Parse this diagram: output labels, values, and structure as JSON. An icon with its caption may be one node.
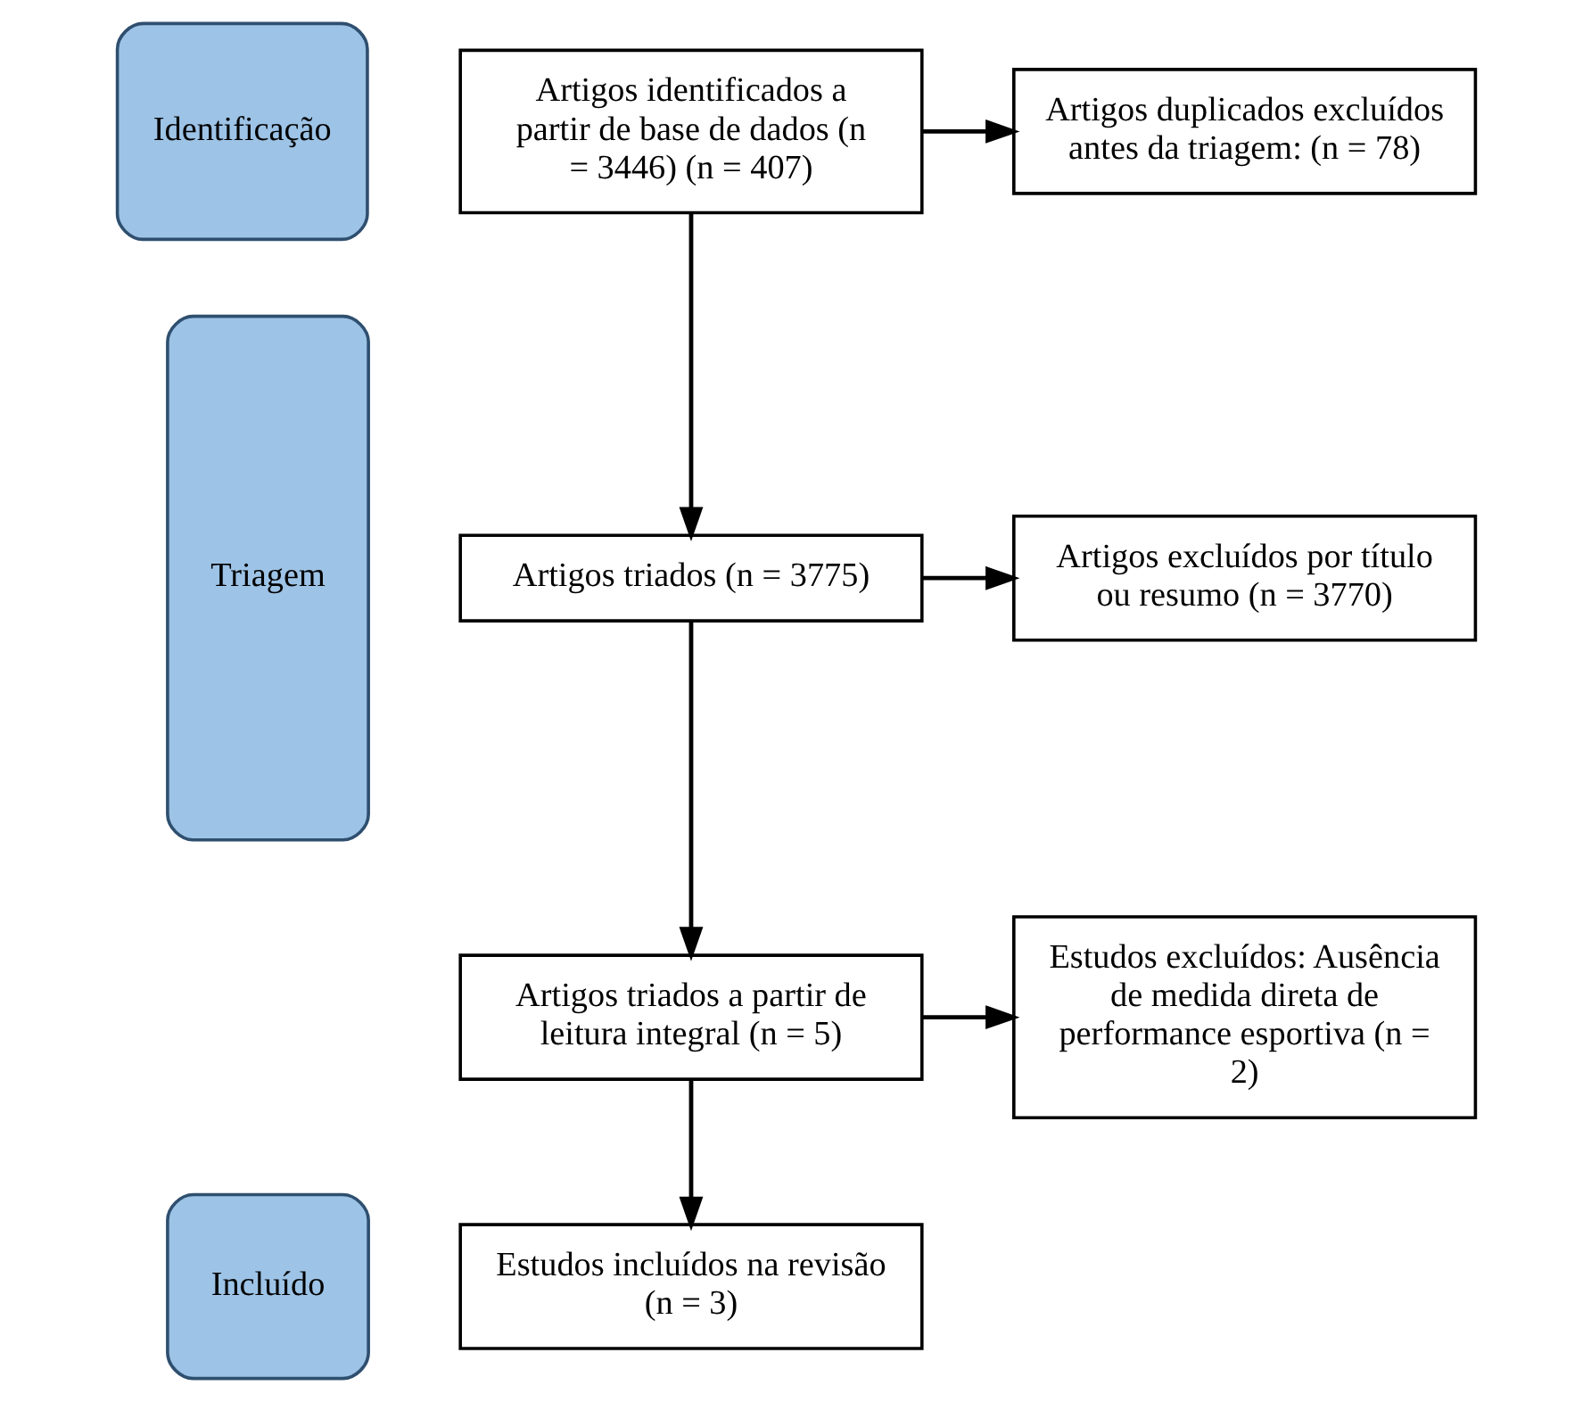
{
  "diagram": {
    "nodes": [
      {
        "text": [
          "Identificação"
        ]
      },
      {
        "text": [
          "Artigos identificados a partir de base de dados (n = 3446) (n = 407)"
        ]
      },
      {
        "text": [
          "Artigos duplicados excluídos antes da triagem: (n = 78)"
        ]
      },
      {
        "text": [
          "Triagem"
        ]
      },
      {
        "text": [
          "Artigos triados (n = 3775)"
        ]
      },
      {
        "text": [
          "Artigos excluídos por título ou resumo (n = 3770)"
        ]
      },
      {
        "text": [
          "Artigos triados a partir de leitura integral (n = 5)"
        ]
      },
      {
        "text": [
          "Estudos excluídos: Ausência de medida direta de performance esportiva (n = 2)"
        ]
      },
      {
        "text": [
          "Incluído"
        ]
      },
      {
        "text": [
          "Estudos incluídos na revisão (n = 3)"
        ]
      }
    ],
    "edges": [
      {
        "from": 1,
        "to": 2,
        "arrow": "to"
      },
      {
        "from": 1,
        "to": 4,
        "arrow": "to"
      },
      {
        "from": 4,
        "to": 5,
        "arrow": "to"
      },
      {
        "from": 4,
        "to": 6,
        "arrow": "to"
      },
      {
        "from": 6,
        "to": 7,
        "arrow": "to"
      },
      {
        "from": 6,
        "to": 9,
        "arrow": "to"
      }
    ]
  }
}
